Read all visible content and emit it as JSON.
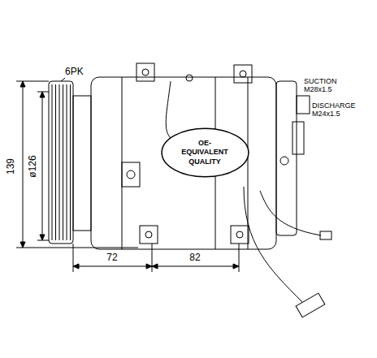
{
  "diagram": {
    "nodes": [
      {
        "text": [
          "OE- EQUIVALENT QUALITY"
        ]
      }
    ],
    "labels": [
      "6PK",
      "139",
      "ø126",
      "72",
      "82",
      "SUCTION M28x1.5",
      "DISCHARGE M24x1.5"
    ]
  }
}
